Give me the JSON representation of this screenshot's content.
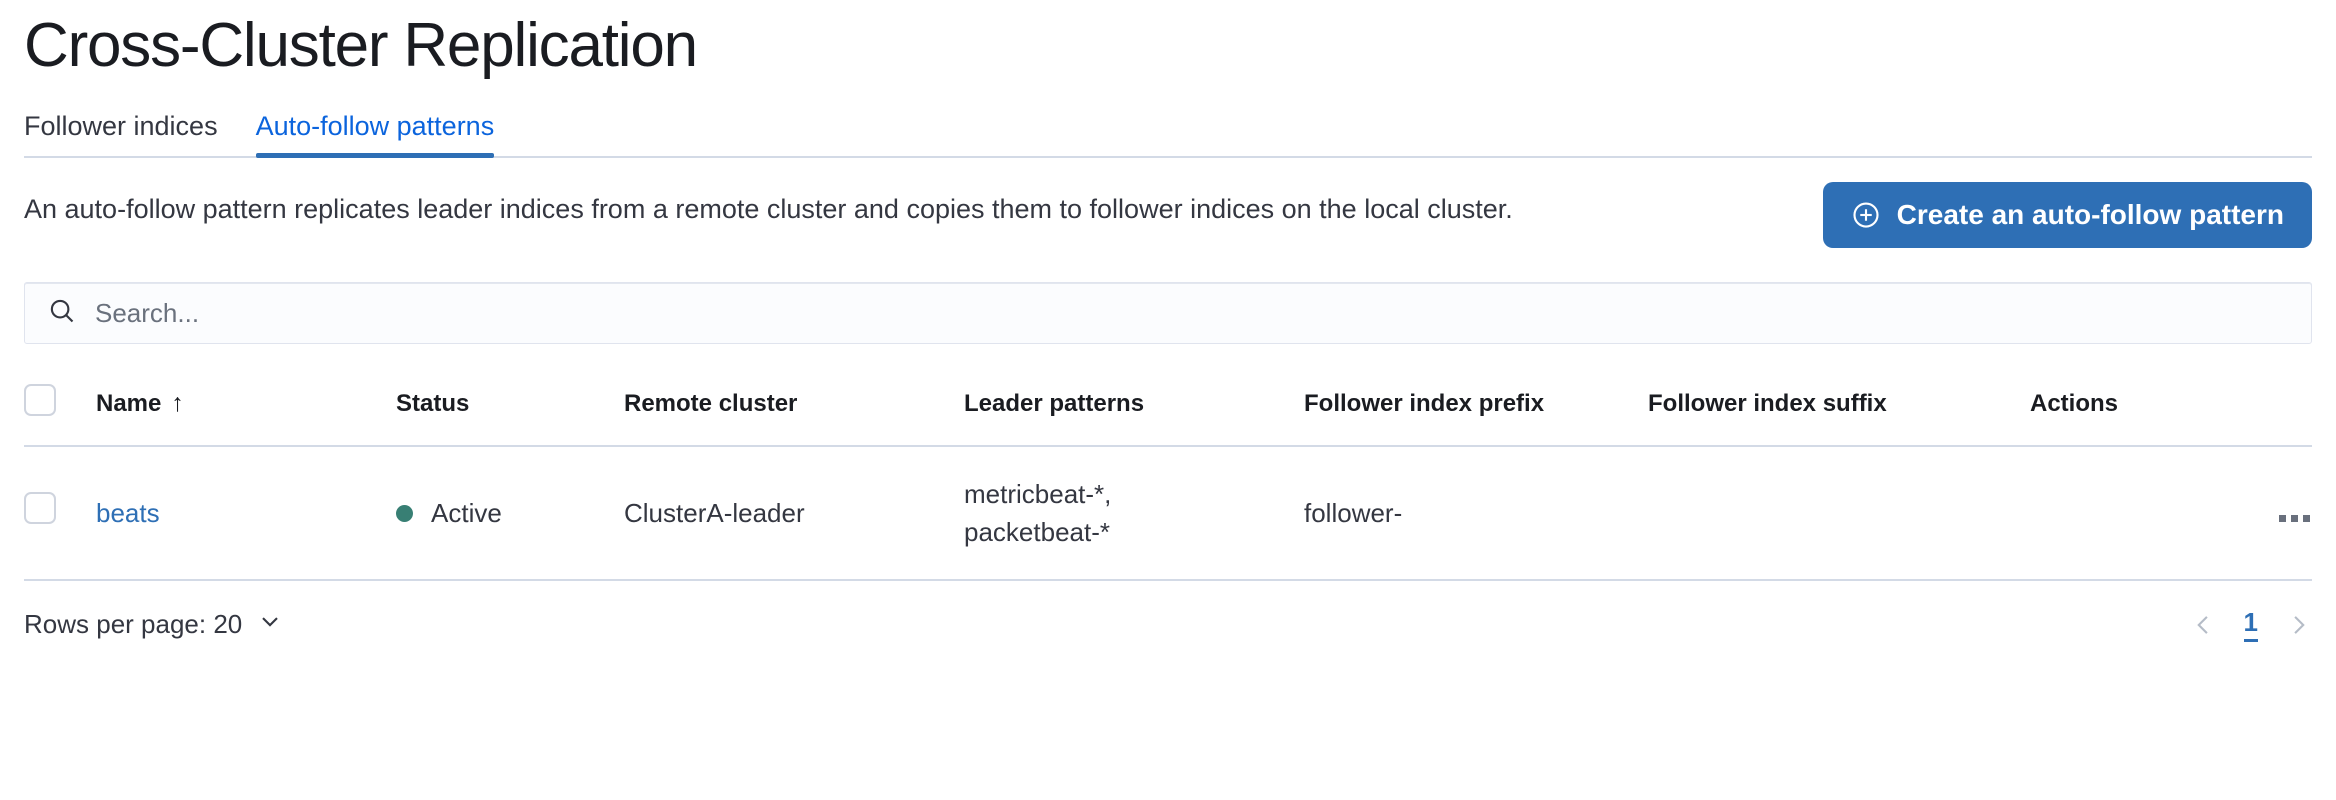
{
  "page": {
    "title": "Cross-Cluster Replication"
  },
  "tabs": [
    {
      "label": "Follower indices",
      "active": false
    },
    {
      "label": "Auto-follow patterns",
      "active": true
    }
  ],
  "intro": {
    "description": "An auto-follow pattern replicates leader indices from a remote cluster and copies them to follower indices on the local cluster.",
    "create_button_label": "Create an auto-follow pattern",
    "create_button_icon": "plus-in-circle-icon",
    "create_button_color": "#2e6fb5"
  },
  "search": {
    "placeholder": "Search...",
    "value": "",
    "icon": "search-icon"
  },
  "table": {
    "columns": [
      {
        "key": "name",
        "label": "Name",
        "sorted": "asc",
        "sort_icon": "arrow-up-icon"
      },
      {
        "key": "status",
        "label": "Status"
      },
      {
        "key": "remote",
        "label": "Remote cluster"
      },
      {
        "key": "leader",
        "label": "Leader patterns"
      },
      {
        "key": "prefix",
        "label": "Follower index prefix"
      },
      {
        "key": "suffix",
        "label": "Follower index suffix"
      },
      {
        "key": "actions",
        "label": "Actions"
      }
    ],
    "rows": [
      {
        "selected": false,
        "name": "beats",
        "status": "Active",
        "status_color": "#387f74",
        "remote_cluster": "ClusterA-leader",
        "leader_patterns": "metricbeat-*,\npacketbeat-*",
        "follower_index_prefix": "follower-",
        "follower_index_suffix": "",
        "actions_icon": "more-actions-icon"
      }
    ]
  },
  "footer": {
    "rows_per_page_label": "Rows per page: 20",
    "rows_per_page_icon": "chevron-down-icon",
    "prev_icon": "chevron-left-icon",
    "next_icon": "chevron-right-icon",
    "current_page": "1"
  }
}
